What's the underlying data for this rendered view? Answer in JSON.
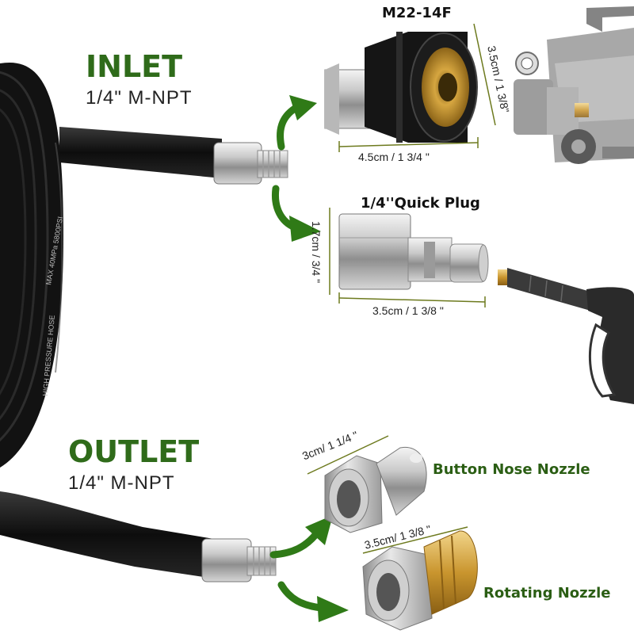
{
  "inlet": {
    "title": "INLET",
    "spec": "1/4\" M-NPT"
  },
  "outlet": {
    "title": "OUTLET",
    "spec": "1/4\" M-NPT"
  },
  "parts": {
    "m22": {
      "name": "M22-14F",
      "width": "4.5cm / 1 3/4 \"",
      "height": "3.5cm / 1 3/8\""
    },
    "quick_plug": {
      "name": "1/4''Quick Plug",
      "width": "3.5cm / 1 3/8 \"",
      "height": "1.7cm / 3/4 \""
    },
    "button_nose": {
      "name": "Button Nose Nozzle",
      "size": "3cm/ 1 1/4 \""
    },
    "rotating": {
      "name": "Rotating Nozzle",
      "size": "3.5cm/ 1 3/8 \""
    }
  },
  "hose_print": [
    "MAX 40MPa 5800PSI",
    "HIGH PRESSURE HOSE"
  ],
  "colors": {
    "arrow": "#2f7a17",
    "label_green": "#2b5e14",
    "dim_line": "#6d7a1e"
  }
}
